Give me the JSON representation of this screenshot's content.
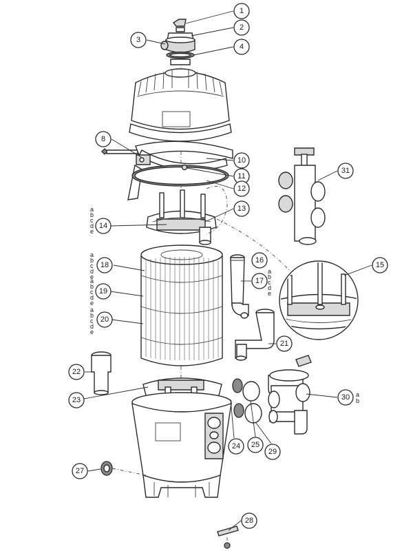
{
  "callouts": [
    {
      "id": "1",
      "label": "1"
    },
    {
      "id": "2",
      "label": "2"
    },
    {
      "id": "3",
      "label": "3"
    },
    {
      "id": "4",
      "label": "4"
    },
    {
      "id": "8",
      "label": "8"
    },
    {
      "id": "10",
      "label": "10"
    },
    {
      "id": "11",
      "label": "11"
    },
    {
      "id": "12",
      "label": "12"
    },
    {
      "id": "13",
      "label": "13"
    },
    {
      "id": "14",
      "label": "14"
    },
    {
      "id": "15",
      "label": "15"
    },
    {
      "id": "16",
      "label": "16"
    },
    {
      "id": "17",
      "label": "17"
    },
    {
      "id": "18",
      "label": "18"
    },
    {
      "id": "19",
      "label": "19"
    },
    {
      "id": "20",
      "label": "20"
    },
    {
      "id": "21",
      "label": "21"
    },
    {
      "id": "22",
      "label": "22"
    },
    {
      "id": "23",
      "label": "23"
    },
    {
      "id": "24",
      "label": "24"
    },
    {
      "id": "25",
      "label": "25"
    },
    {
      "id": "27",
      "label": "27"
    },
    {
      "id": "28",
      "label": "28"
    },
    {
      "id": "29",
      "label": "29"
    },
    {
      "id": "30",
      "label": "30"
    },
    {
      "id": "31",
      "label": "31"
    }
  ],
  "variants": {
    "abcde": [
      "a",
      "b",
      "c",
      "d",
      "e"
    ],
    "ab": [
      "a",
      "b"
    ]
  }
}
